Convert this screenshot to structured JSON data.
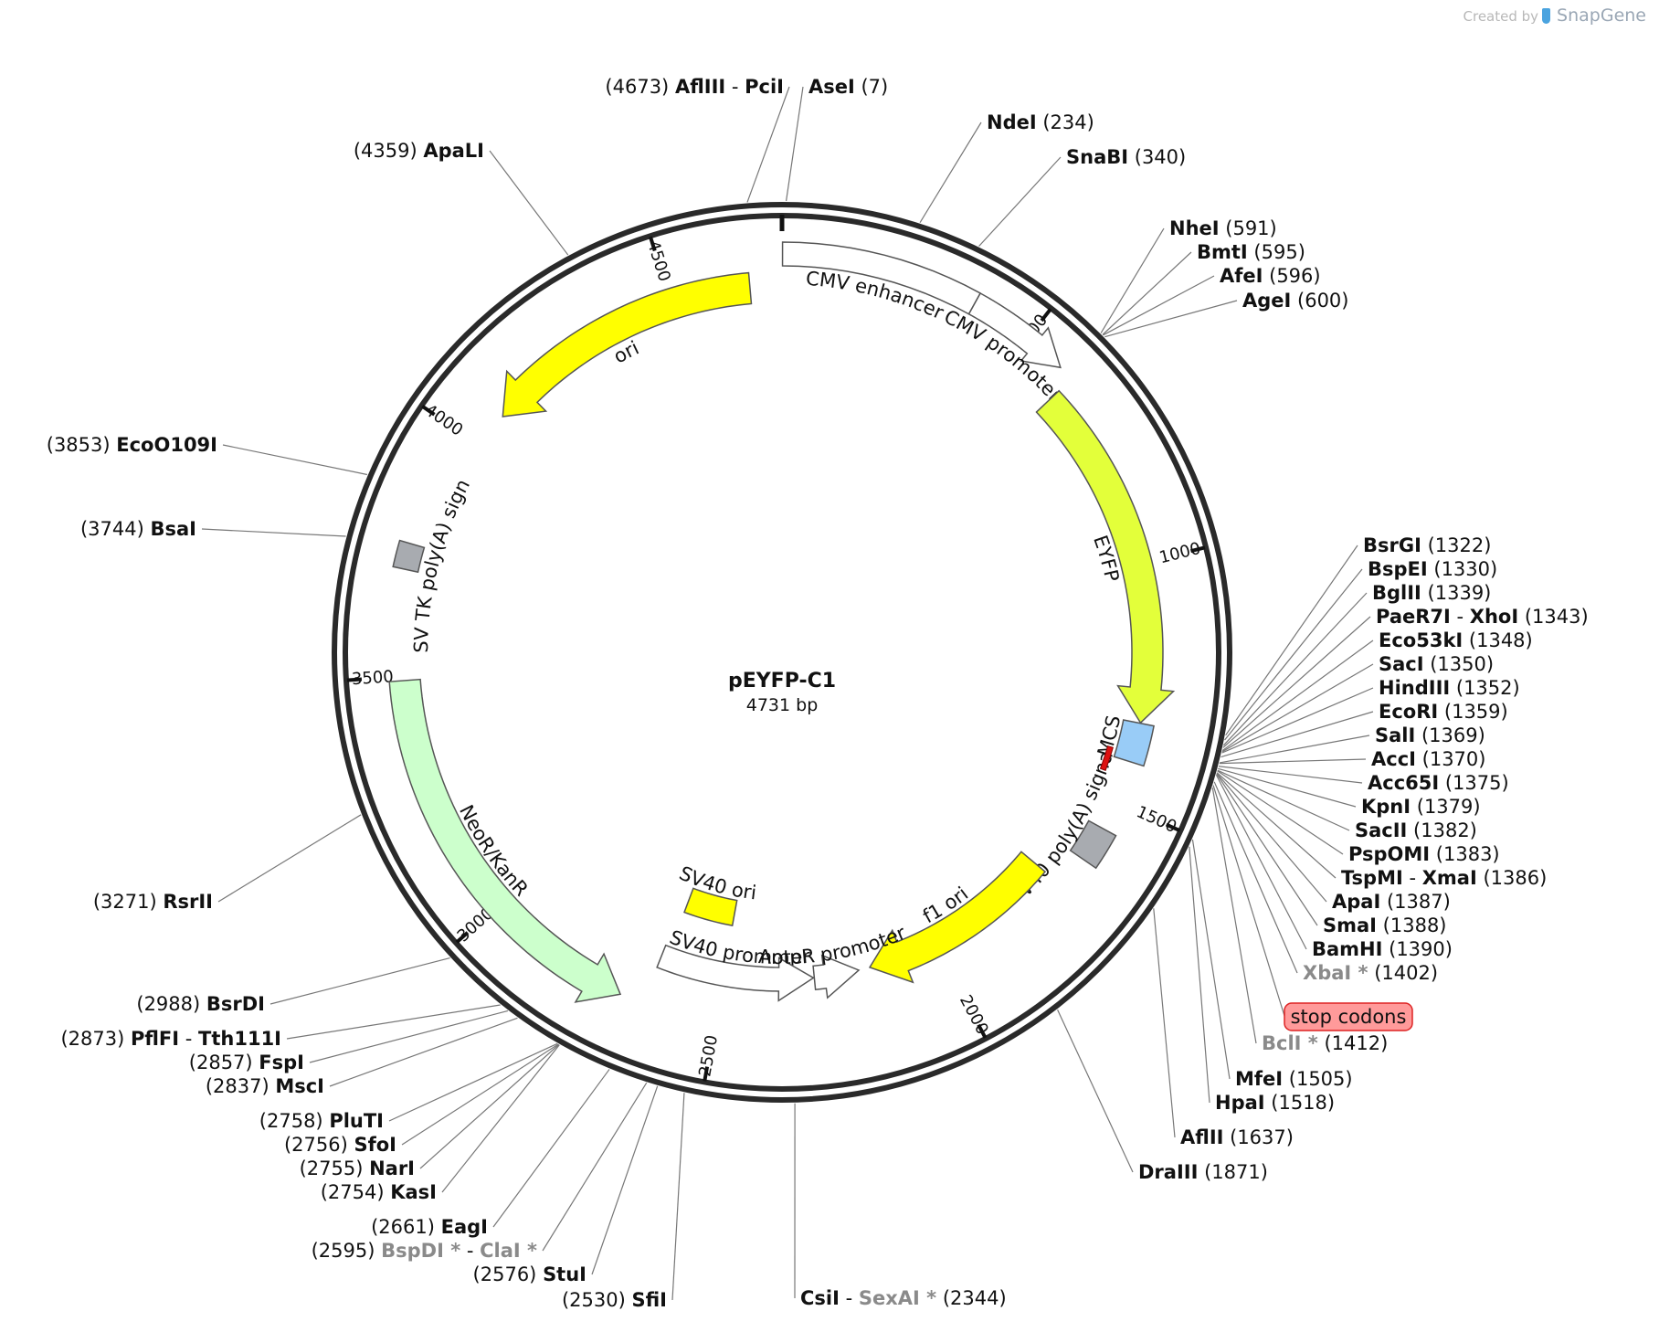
{
  "watermark": {
    "prefix": "Created by",
    "brand": "SnapGene"
  },
  "plasmid": {
    "name": "pEYFP-C1",
    "size_label": "4731 bp",
    "length": 4731
  },
  "ruler": [
    500,
    1000,
    1500,
    2000,
    2500,
    3000,
    3500,
    4000,
    4500
  ],
  "features": [
    {
      "name": "CMV enhancer",
      "start": 1,
      "end": 380,
      "type": "enhancer",
      "color": "#ffffff",
      "arrow": false
    },
    {
      "name": "CMV promoter",
      "start": 380,
      "end": 583,
      "type": "promoter",
      "color": "#ffffff",
      "arrow": true
    },
    {
      "name": "EYFP",
      "start": 613,
      "end": 1329,
      "type": "cds",
      "color": "#e3ff3a",
      "arrow": true
    },
    {
      "name": "MCS",
      "start": 1330,
      "end": 1412,
      "type": "misc",
      "color": "#99ccf7",
      "arrow": false
    },
    {
      "name": "SV40 poly(A) signal",
      "start": 1538,
      "end": 1659,
      "type": "polyA",
      "color": "#a8abb0",
      "arrow": false
    },
    {
      "name": "f1 ori",
      "start": 1706,
      "end": 2161,
      "type": "origin",
      "color": "#ffff00",
      "arrow": true
    },
    {
      "name": "AmpR promoter",
      "start": 2187,
      "end": 2291,
      "type": "promoter",
      "color": "#ffffff",
      "arrow": true
    },
    {
      "name": "SV40 promoter",
      "start": 2293,
      "end": 2650,
      "type": "promoter",
      "color": "#ffffff",
      "arrow": true
    },
    {
      "name": "SV40 ori",
      "start": 2501,
      "end": 2636,
      "type": "origin",
      "color": "#ffff00",
      "arrow": false
    },
    {
      "name": "NeoR/KanR",
      "start": 2698,
      "end": 3492,
      "type": "cds",
      "color": "#ccffcc",
      "arrow": true
    },
    {
      "name": "HSV TK poly(A) signal",
      "start": 3728,
      "end": 3746,
      "type": "polyA",
      "color": "#a8abb0",
      "arrow": false
    },
    {
      "name": "ori",
      "start": 4076,
      "end": 4665,
      "type": "origin",
      "color": "#ffff00",
      "arrow": true
    }
  ],
  "stop_codons": {
    "label": "stop codons",
    "color": "#ff9a9a"
  },
  "sites": [
    {
      "names": [
        "AflIII",
        "PciI"
      ],
      "pos": "4673"
    },
    {
      "names": [
        "AseI"
      ],
      "pos": "7"
    },
    {
      "names": [
        "NdeI"
      ],
      "pos": "234"
    },
    {
      "names": [
        "SnaBI"
      ],
      "pos": "340"
    },
    {
      "names": [
        "NheI"
      ],
      "pos": "591"
    },
    {
      "names": [
        "BmtI"
      ],
      "pos": "595"
    },
    {
      "names": [
        "AfeI"
      ],
      "pos": "596"
    },
    {
      "names": [
        "AgeI"
      ],
      "pos": "600"
    },
    {
      "names": [
        "BsrGI"
      ],
      "pos": "1322"
    },
    {
      "names": [
        "BspEI"
      ],
      "pos": "1330"
    },
    {
      "names": [
        "BglII"
      ],
      "pos": "1339"
    },
    {
      "names": [
        "PaeR7I",
        "XhoI"
      ],
      "pos": "1343"
    },
    {
      "names": [
        "Eco53kI"
      ],
      "pos": "1348"
    },
    {
      "names": [
        "SacI"
      ],
      "pos": "1350"
    },
    {
      "names": [
        "HindIII"
      ],
      "pos": "1352"
    },
    {
      "names": [
        "EcoRI"
      ],
      "pos": "1359"
    },
    {
      "names": [
        "SalI"
      ],
      "pos": "1369"
    },
    {
      "names": [
        "AccI"
      ],
      "pos": "1370"
    },
    {
      "names": [
        "Acc65I"
      ],
      "pos": "1375"
    },
    {
      "names": [
        "KpnI"
      ],
      "pos": "1379"
    },
    {
      "names": [
        "SacII"
      ],
      "pos": "1382"
    },
    {
      "names": [
        "PspOMI"
      ],
      "pos": "1383"
    },
    {
      "names": [
        "TspMI",
        "XmaI"
      ],
      "pos": "1386"
    },
    {
      "names": [
        "ApaI"
      ],
      "pos": "1387"
    },
    {
      "names": [
        "SmaI"
      ],
      "pos": "1388"
    },
    {
      "names": [
        "BamHI"
      ],
      "pos": "1390"
    },
    {
      "names": [
        "XbaI *"
      ],
      "pos": "1402",
      "dim": true
    },
    {
      "names": [
        "BclI *"
      ],
      "pos": "1412",
      "dim": true
    },
    {
      "names": [
        "MfeI"
      ],
      "pos": "1505"
    },
    {
      "names": [
        "HpaI"
      ],
      "pos": "1518"
    },
    {
      "names": [
        "AflII"
      ],
      "pos": "1637"
    },
    {
      "names": [
        "DraIII"
      ],
      "pos": "1871"
    },
    {
      "names": [
        "CsiI",
        "SexAI *"
      ],
      "pos": "2344",
      "dim_second": true
    },
    {
      "names": [
        "SfiI"
      ],
      "pos": "2530"
    },
    {
      "names": [
        "StuI"
      ],
      "pos": "2576"
    },
    {
      "names": [
        "BspDI *",
        "ClaI *"
      ],
      "pos": "2595",
      "dim": true
    },
    {
      "names": [
        "EagI"
      ],
      "pos": "2661"
    },
    {
      "names": [
        "KasI"
      ],
      "pos": "2754"
    },
    {
      "names": [
        "NarI"
      ],
      "pos": "2755"
    },
    {
      "names": [
        "SfoI"
      ],
      "pos": "2756"
    },
    {
      "names": [
        "PluTI"
      ],
      "pos": "2758"
    },
    {
      "names": [
        "MscI"
      ],
      "pos": "2837"
    },
    {
      "names": [
        "FspI"
      ],
      "pos": "2857"
    },
    {
      "names": [
        "PflFI",
        "Tth111I"
      ],
      "pos": "2873"
    },
    {
      "names": [
        "BsrDI"
      ],
      "pos": "2988"
    },
    {
      "names": [
        "RsrII"
      ],
      "pos": "3271"
    },
    {
      "names": [
        "BsaI"
      ],
      "pos": "3744"
    },
    {
      "names": [
        "EcoO109I"
      ],
      "pos": "3853"
    },
    {
      "names": [
        "ApaLI"
      ],
      "pos": "4359"
    }
  ]
}
